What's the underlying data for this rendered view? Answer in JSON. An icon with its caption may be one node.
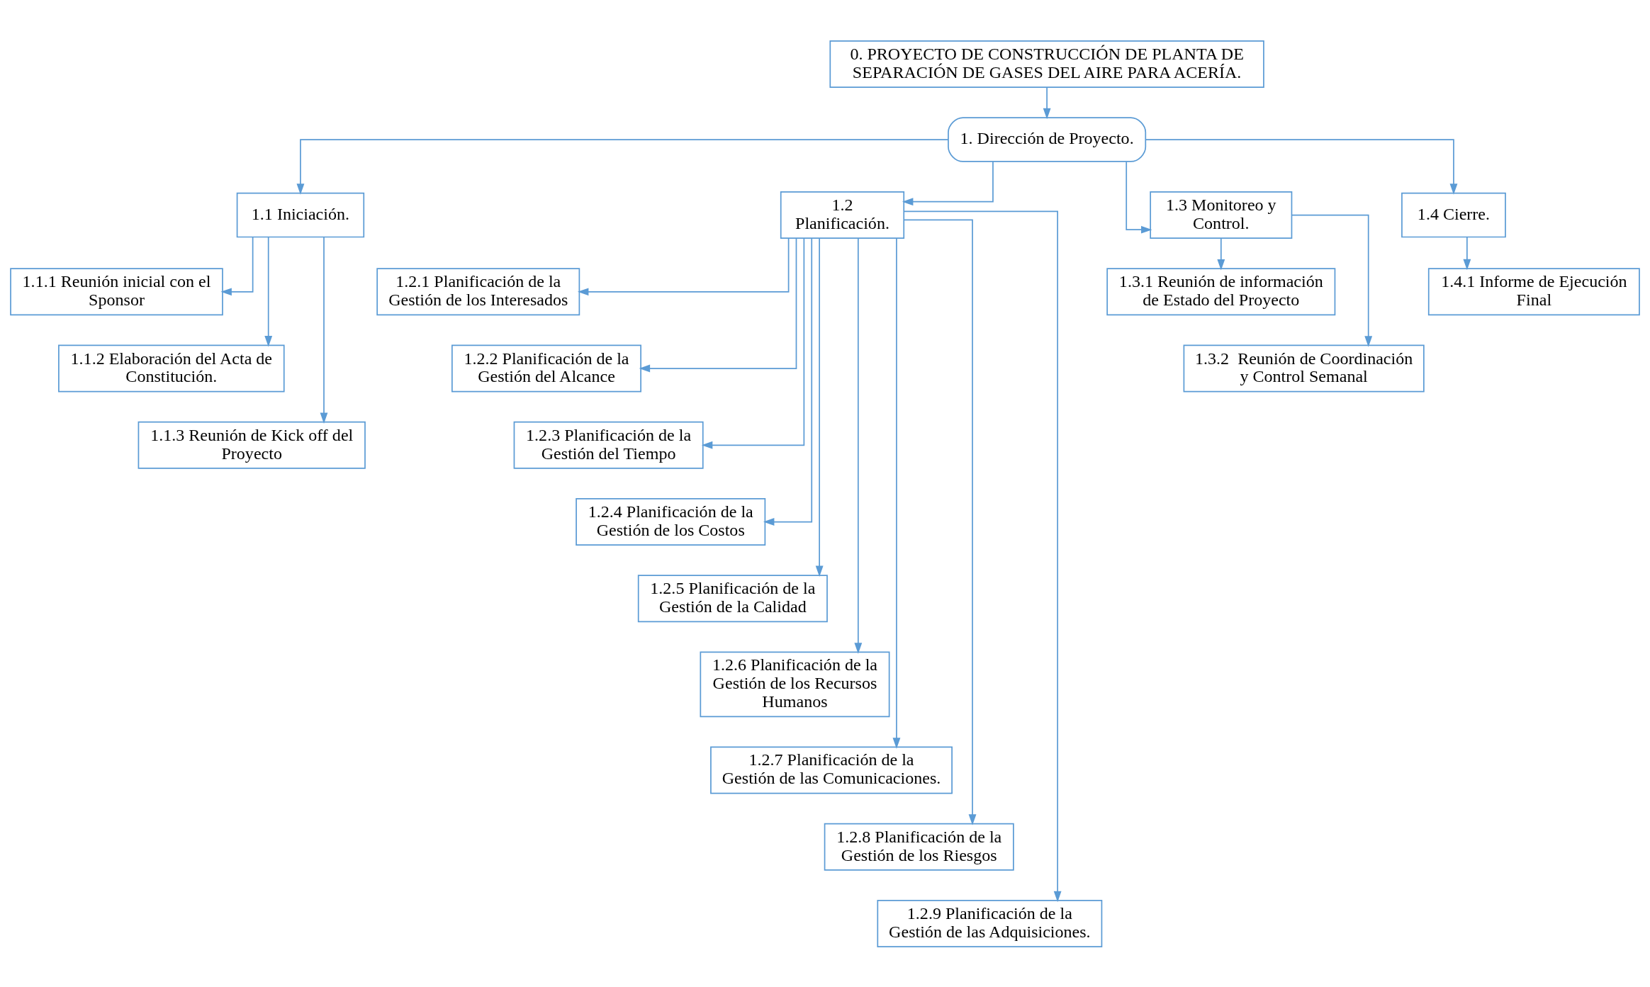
{
  "diagram": {
    "nodes": [
      {
        "text": [
          "0. PROYECTO DE CONSTRUCCIÓN DE PLANTA DE SEPARACIÓN DE GASES DEL AIRE PARA ACERÍA."
        ]
      },
      {
        "text": [
          "1. Dirección de Proyecto."
        ]
      },
      {
        "text": [
          "1.1 Iniciación."
        ]
      },
      {
        "text": [
          "1.2 Planificación."
        ]
      },
      {
        "text": [
          "1.3 Monitoreo y Control."
        ]
      },
      {
        "text": [
          "1.4 Cierre."
        ]
      },
      {
        "text": [
          "1.1.1 Reunión inicial con el Sponsor"
        ]
      },
      {
        "text": [
          "1.1.2 Elaboración del Acta de Constitución."
        ]
      },
      {
        "text": [
          "1.1.3 Reunión de Kick off del Proyecto"
        ]
      },
      {
        "text": [
          "1.2.1 Planificación de la Gestión de los Interesados"
        ]
      },
      {
        "text": [
          "1.2.2 Planificación de la Gestión del Alcance"
        ]
      },
      {
        "text": [
          "1.2.3 Planificación de la Gestión del Tiempo"
        ]
      },
      {
        "text": [
          "1.2.4 Planificación de la Gestión de los Costos"
        ]
      },
      {
        "text": [
          "1.2.5 Planificación de la Gestión de la Calidad"
        ]
      },
      {
        "text": [
          "1.2.6 Planificación de la Gestión de los Recursos Humanos"
        ]
      },
      {
        "text": [
          "1.2.7 Planificación de la Gestión de las Comunicaciones."
        ]
      },
      {
        "text": [
          "1.2.8 Planificación de la Gestión de los Riesgos"
        ]
      },
      {
        "text": [
          "1.2.9 Planificación de la Gestión de las Adquisiciones."
        ]
      },
      {
        "text": [
          "1.3.1 Reunión de información de Estado del Proyecto"
        ]
      },
      {
        "text": [
          "1.3.2  Reunión de Coordinación y Control Semanal"
        ]
      },
      {
        "text": [
          "1.4.1 Informe de Ejecución Final"
        ]
      }
    ],
    "edges": [
      {
        "from": 0,
        "to": 1,
        "arrow": "to"
      },
      {
        "from": 1,
        "to": 2,
        "arrow": "to"
      },
      {
        "from": 1,
        "to": 3,
        "arrow": "to"
      },
      {
        "from": 1,
        "to": 4,
        "arrow": "to"
      },
      {
        "from": 1,
        "to": 5,
        "arrow": "to"
      },
      {
        "from": 2,
        "to": 6,
        "arrow": "to"
      },
      {
        "from": 2,
        "to": 7,
        "arrow": "to"
      },
      {
        "from": 2,
        "to": 8,
        "arrow": "to"
      },
      {
        "from": 3,
        "to": 9,
        "arrow": "to"
      },
      {
        "from": 3,
        "to": 10,
        "arrow": "to"
      },
      {
        "from": 3,
        "to": 11,
        "arrow": "to"
      },
      {
        "from": 3,
        "to": 12,
        "arrow": "to"
      },
      {
        "from": 3,
        "to": 13,
        "arrow": "to"
      },
      {
        "from": 3,
        "to": 14,
        "arrow": "to"
      },
      {
        "from": 3,
        "to": 15,
        "arrow": "to"
      },
      {
        "from": 3,
        "to": 16,
        "arrow": "to"
      },
      {
        "from": 3,
        "to": 17,
        "arrow": "to"
      },
      {
        "from": 4,
        "to": 18,
        "arrow": "to"
      },
      {
        "from": 4,
        "to": 19,
        "arrow": "to"
      },
      {
        "from": 5,
        "to": 20,
        "arrow": "to"
      }
    ]
  }
}
